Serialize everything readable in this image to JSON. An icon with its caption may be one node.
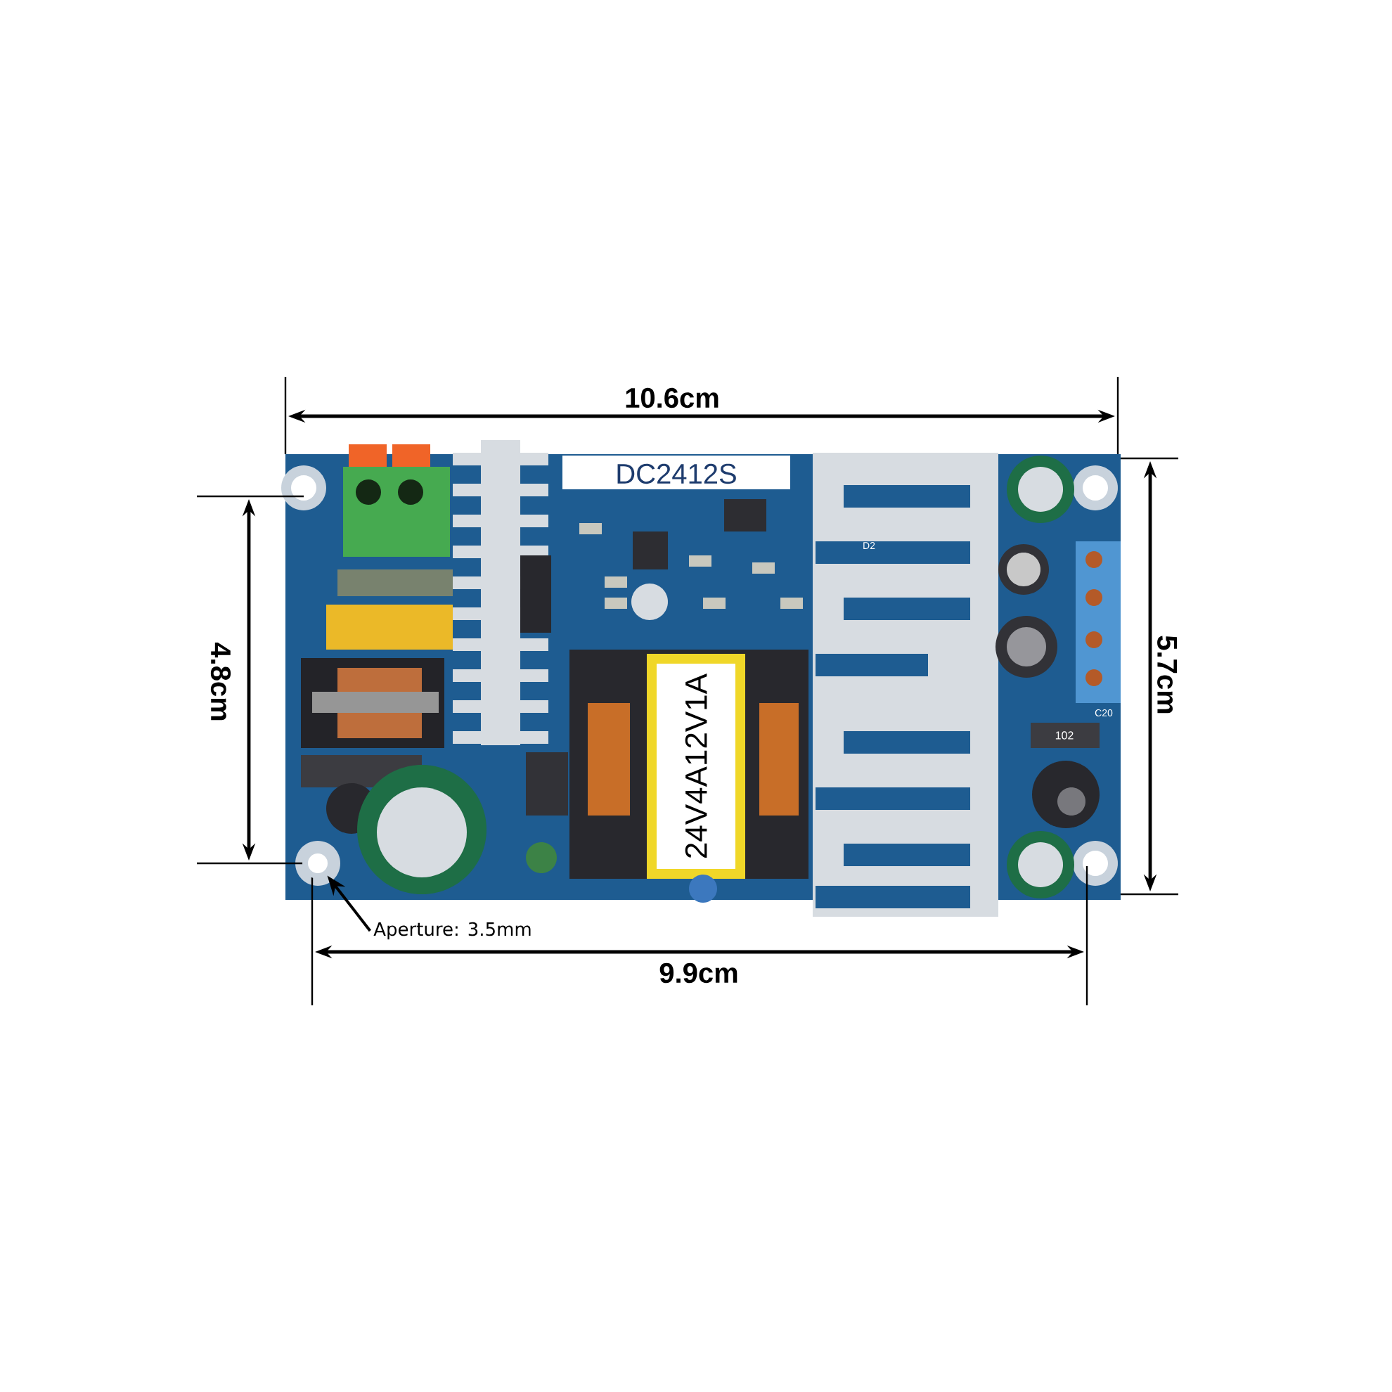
{
  "diagram": {
    "nodes": [
      {
        "text": [
          "Aperture: 3.5mm"
        ]
      },
      {
        "text": [],
        "shape": "circle"
      }
    ],
    "edges": [
      {
        "from": 0,
        "to": 1,
        "arrow": "to"
      }
    ],
    "labels": [
      "10.6cm",
      "DC2412S",
      "5.7cm",
      "4.8cm",
      "D2",
      "24V4A12V1A",
      "C20",
      "102",
      "9.9cm"
    ]
  }
}
